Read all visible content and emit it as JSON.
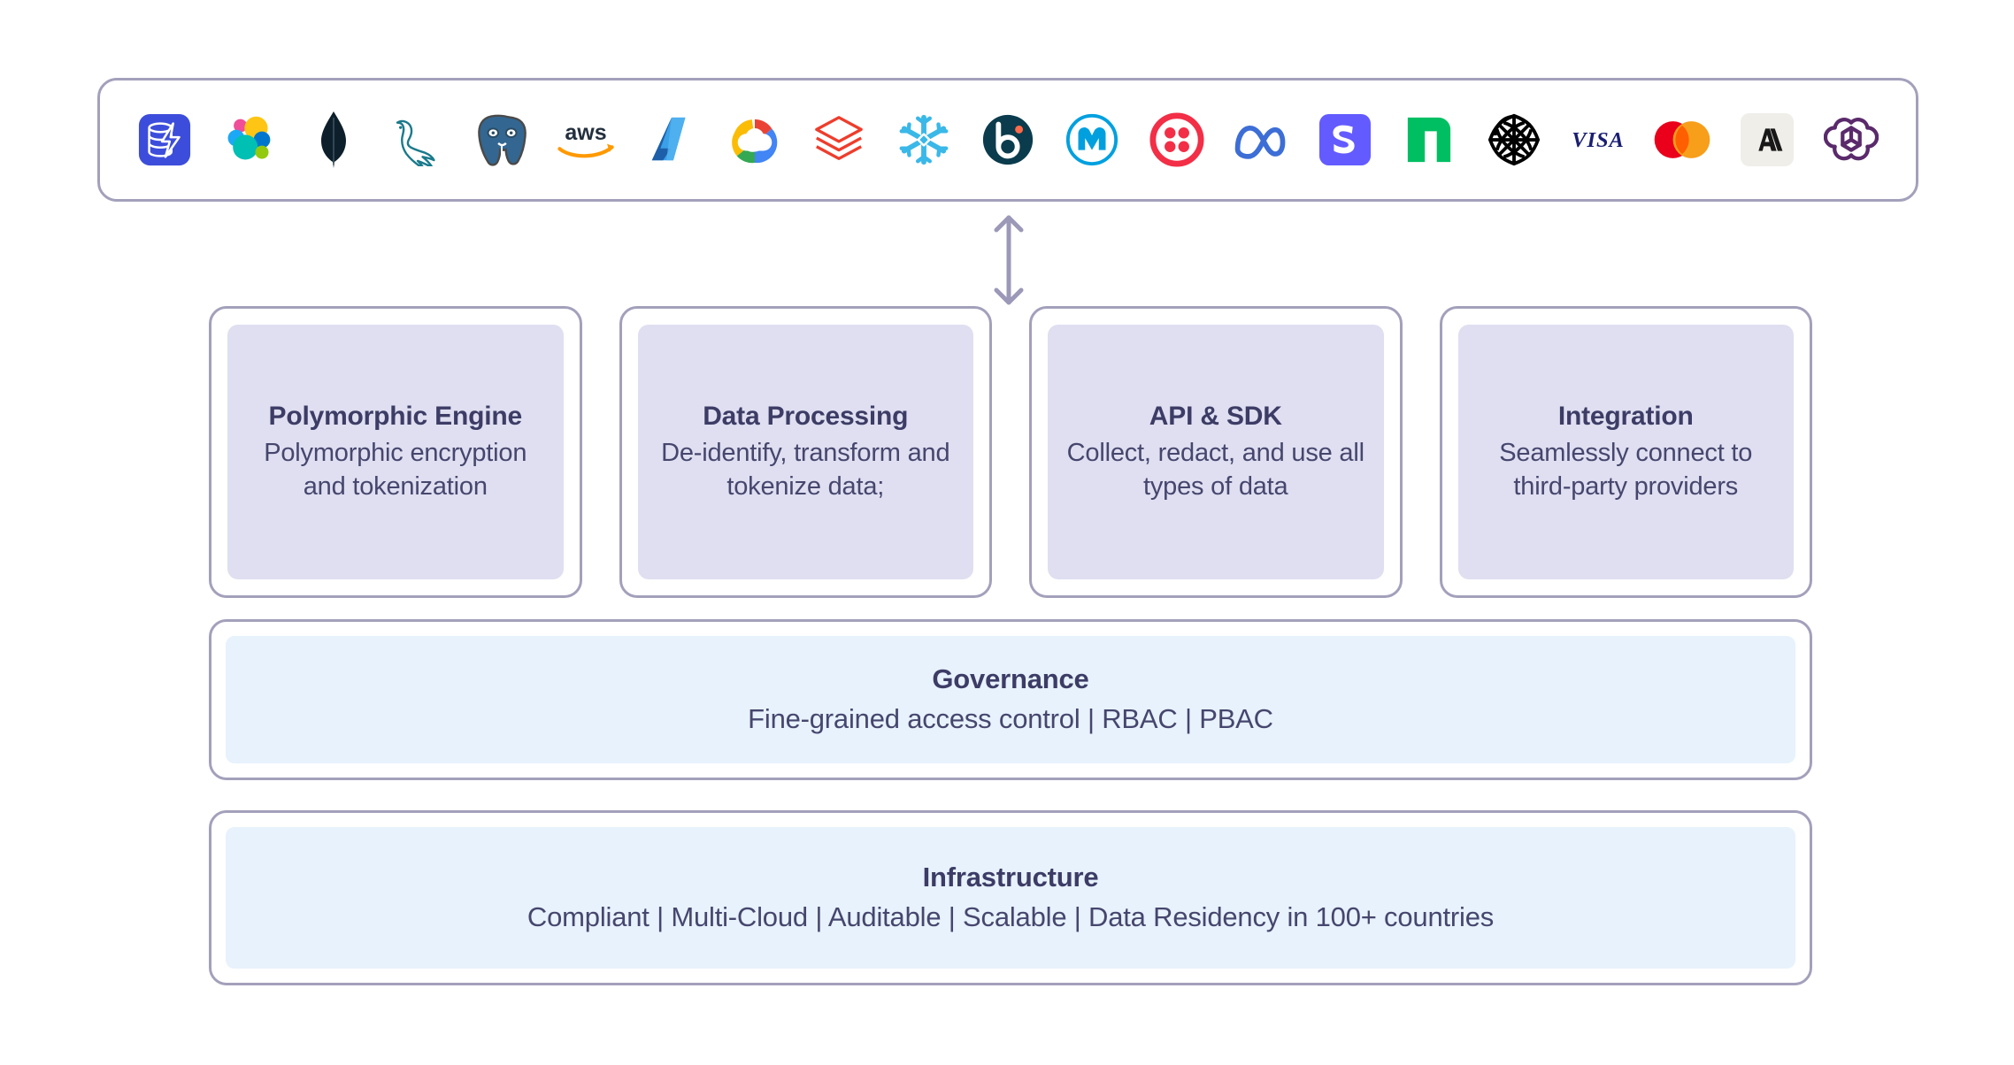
{
  "colors": {
    "border": "#a3a0bb",
    "card_fill": "#dfdff1",
    "band_fill": "#e7f2fc",
    "text": "#3c3c66",
    "arrow": "#9b98b8",
    "background": "#ffffff"
  },
  "logo_bar": {
    "name": "integration-logo-bar",
    "logos": [
      {
        "id": "dynamodb-icon",
        "label": "DynamoDB"
      },
      {
        "id": "elastic-icon",
        "label": "Elastic"
      },
      {
        "id": "mongodb-icon",
        "label": "MongoDB"
      },
      {
        "id": "mysql-icon",
        "label": "MySQL"
      },
      {
        "id": "postgresql-icon",
        "label": "PostgreSQL"
      },
      {
        "id": "aws-icon",
        "label": "aws"
      },
      {
        "id": "azure-icon",
        "label": "Microsoft Azure"
      },
      {
        "id": "google-cloud-icon",
        "label": "Google Cloud"
      },
      {
        "id": "databricks-icon",
        "label": "Databricks"
      },
      {
        "id": "snowflake-icon",
        "label": "Snowflake"
      },
      {
        "id": "braze-icon",
        "label": "Braze"
      },
      {
        "id": "mulesoft-icon",
        "label": "MuleSoft"
      },
      {
        "id": "twilio-icon",
        "label": "Twilio"
      },
      {
        "id": "meta-icon",
        "label": "Meta"
      },
      {
        "id": "stripe-icon",
        "label": "Stripe"
      },
      {
        "id": "appfolio-icon",
        "label": "AppFolio"
      },
      {
        "id": "bny-mellon-icon",
        "label": "BNY Mellon"
      },
      {
        "id": "visa-icon",
        "label": "VISA"
      },
      {
        "id": "mastercard-icon",
        "label": "Mastercard"
      },
      {
        "id": "anthropic-icon",
        "label": "Anthropic"
      },
      {
        "id": "openai-icon",
        "label": "OpenAI"
      }
    ]
  },
  "connector": {
    "id": "bidirectional-arrow-icon",
    "label": "two-way data flow"
  },
  "cards": [
    {
      "title": "Polymorphic Engine",
      "desc": "Polymorphic encryption and tokenization"
    },
    {
      "title": "Data Processing",
      "desc": "De-identify, transform and tokenize data;"
    },
    {
      "title": "API & SDK",
      "desc": "Collect, redact, and use all types of data"
    },
    {
      "title": "Integration",
      "desc": "Seamlessly connect to third-party providers"
    }
  ],
  "governance": {
    "title": "Governance",
    "desc": "Fine-grained access control | RBAC | PBAC"
  },
  "infrastructure": {
    "title": "Infrastructure",
    "desc": "Compliant | Multi-Cloud | Auditable | Scalable  | Data Residency in 100+ countries"
  }
}
